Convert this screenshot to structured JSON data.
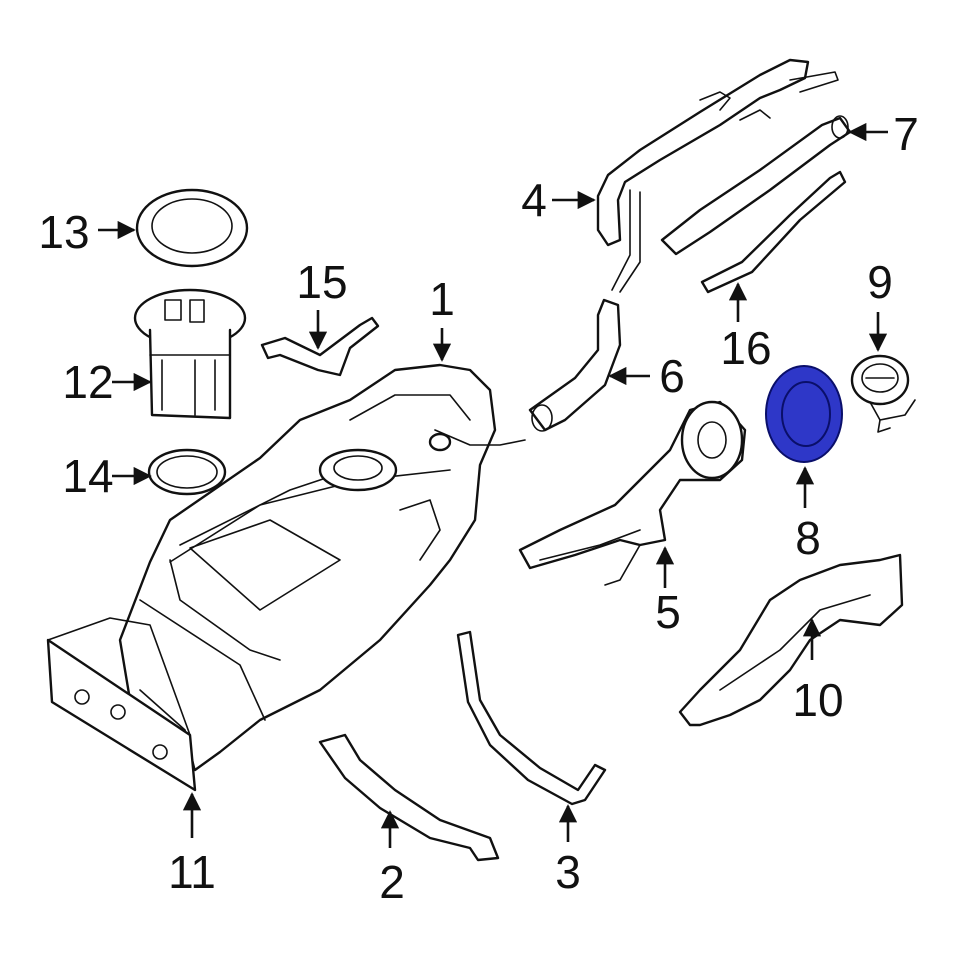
{
  "diagram": {
    "callouts": [
      {
        "id": "1",
        "text": "1"
      },
      {
        "id": "2",
        "text": "2"
      },
      {
        "id": "3",
        "text": "3"
      },
      {
        "id": "4",
        "text": "4"
      },
      {
        "id": "5",
        "text": "5"
      },
      {
        "id": "6",
        "text": "6"
      },
      {
        "id": "7",
        "text": "7"
      },
      {
        "id": "8",
        "text": "8"
      },
      {
        "id": "9",
        "text": "9"
      },
      {
        "id": "10",
        "text": "10"
      },
      {
        "id": "11",
        "text": "11"
      },
      {
        "id": "12",
        "text": "12"
      },
      {
        "id": "13",
        "text": "13"
      },
      {
        "id": "14",
        "text": "14"
      },
      {
        "id": "15",
        "text": "15"
      },
      {
        "id": "16",
        "text": "16"
      }
    ],
    "highlight": {
      "part": "8",
      "fill": "#2e37c8",
      "stroke": "#0a0f6a"
    },
    "line_color": "#111111",
    "background": "#ffffff"
  }
}
